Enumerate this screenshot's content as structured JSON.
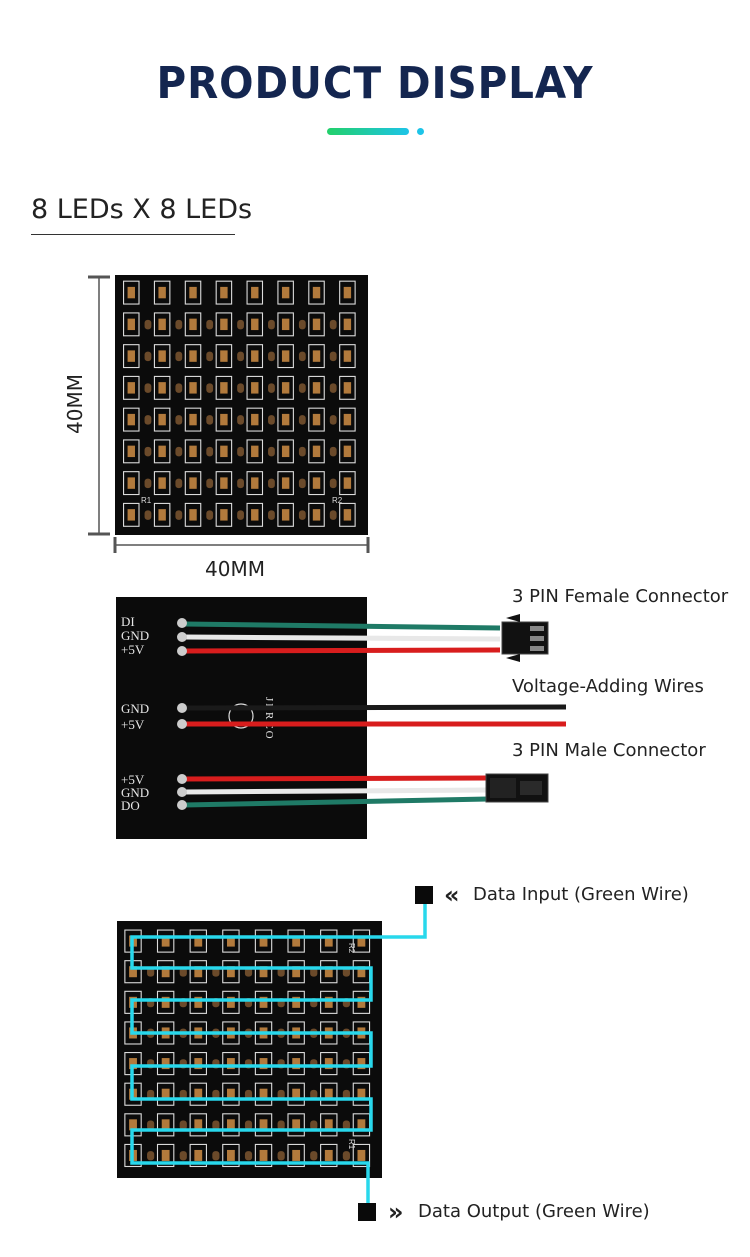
{
  "header": {
    "title": "PRODUCT DISPLAY",
    "subtitle": "8 LEDs X 8 LEDs"
  },
  "dimensions": {
    "height_label": "40MM",
    "width_label": "40MM"
  },
  "matrix": {
    "rows": 8,
    "cols": 8,
    "silk_left": "R1",
    "silk_right": "R2"
  },
  "wiring": {
    "input_pins": [
      "DI",
      "GND",
      "+5V"
    ],
    "power_pins": [
      "GND",
      "+5V"
    ],
    "output_pins": [
      "+5V",
      "GND",
      "DO"
    ],
    "logo_text": "JERCO",
    "labels": {
      "female": "3 PIN Female Connector",
      "power": "Voltage-Adding Wires",
      "male": "3 PIN Male Connector"
    },
    "wire_colors": {
      "data": "#1f7a66",
      "gnd_white": "#e8e8e8",
      "power_red": "#d81d1d",
      "gnd_black": "#1a1a1a"
    }
  },
  "data_flow": {
    "input_label": "Data Input (Green Wire)",
    "output_label": "Data Output (Green Wire)",
    "trace_color": "#28d8ec",
    "silk_top": "R2",
    "silk_bottom": "R1"
  },
  "colors": {
    "title": "#142650",
    "accent_green": "#22d06a",
    "accent_cyan": "#1dc4e8"
  }
}
